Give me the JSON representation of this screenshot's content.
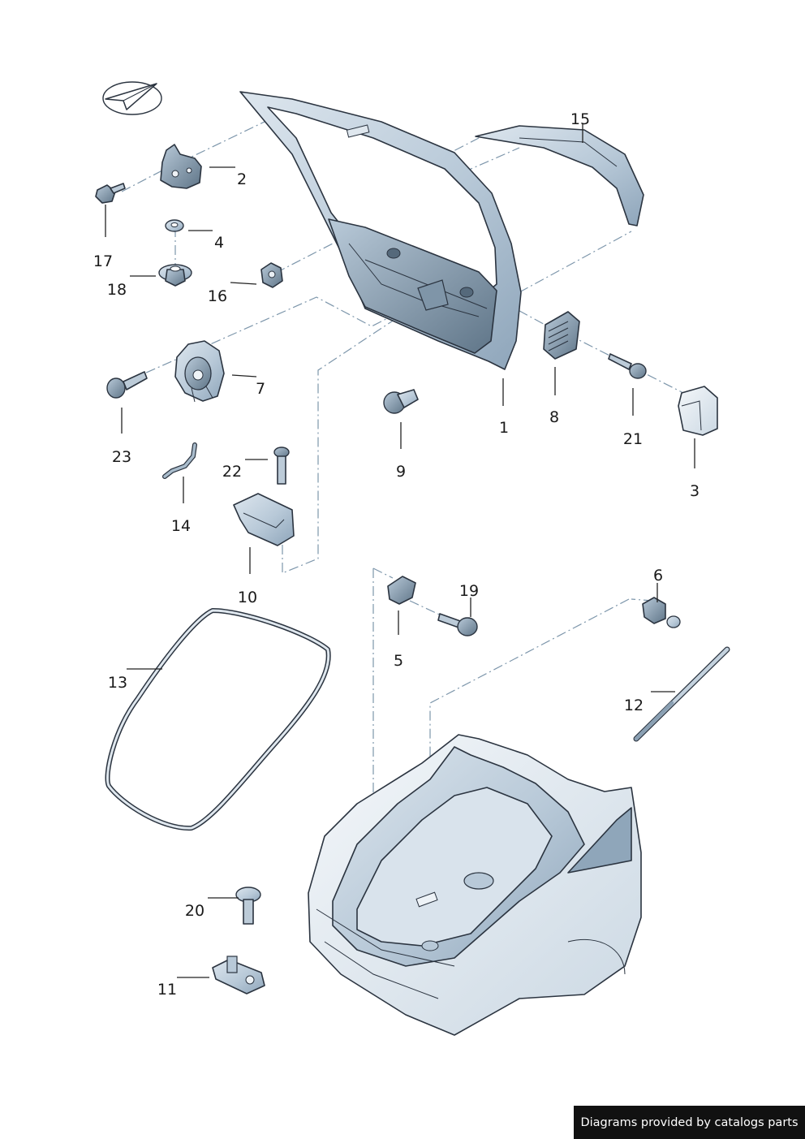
{
  "callouts": [
    {
      "id": "1",
      "label": "1"
    },
    {
      "id": "2",
      "label": "2"
    },
    {
      "id": "3",
      "label": "3"
    },
    {
      "id": "4",
      "label": "4"
    },
    {
      "id": "5",
      "label": "5"
    },
    {
      "id": "6",
      "label": "6"
    },
    {
      "id": "7",
      "label": "7"
    },
    {
      "id": "8",
      "label": "8"
    },
    {
      "id": "9",
      "label": "9"
    },
    {
      "id": "10",
      "label": "10"
    },
    {
      "id": "11",
      "label": "11"
    },
    {
      "id": "12",
      "label": "12"
    },
    {
      "id": "13",
      "label": "13"
    },
    {
      "id": "14",
      "label": "14"
    },
    {
      "id": "15",
      "label": "15"
    },
    {
      "id": "16",
      "label": "16"
    },
    {
      "id": "17",
      "label": "17"
    },
    {
      "id": "18",
      "label": "18"
    },
    {
      "id": "19",
      "label": "19"
    },
    {
      "id": "20",
      "label": "20"
    },
    {
      "id": "21",
      "label": "21"
    },
    {
      "id": "22",
      "label": "22"
    },
    {
      "id": "23",
      "label": "23"
    }
  ],
  "credit": "Diagrams provided by catalogs parts",
  "colors": {
    "part_fill": "#c9d6e1",
    "part_shade": "#9fb4c6",
    "part_dark": "#6e8599",
    "body_fill": "#e4ebf1",
    "outline": "#2b3440",
    "dash_line": "#7d96ab"
  }
}
